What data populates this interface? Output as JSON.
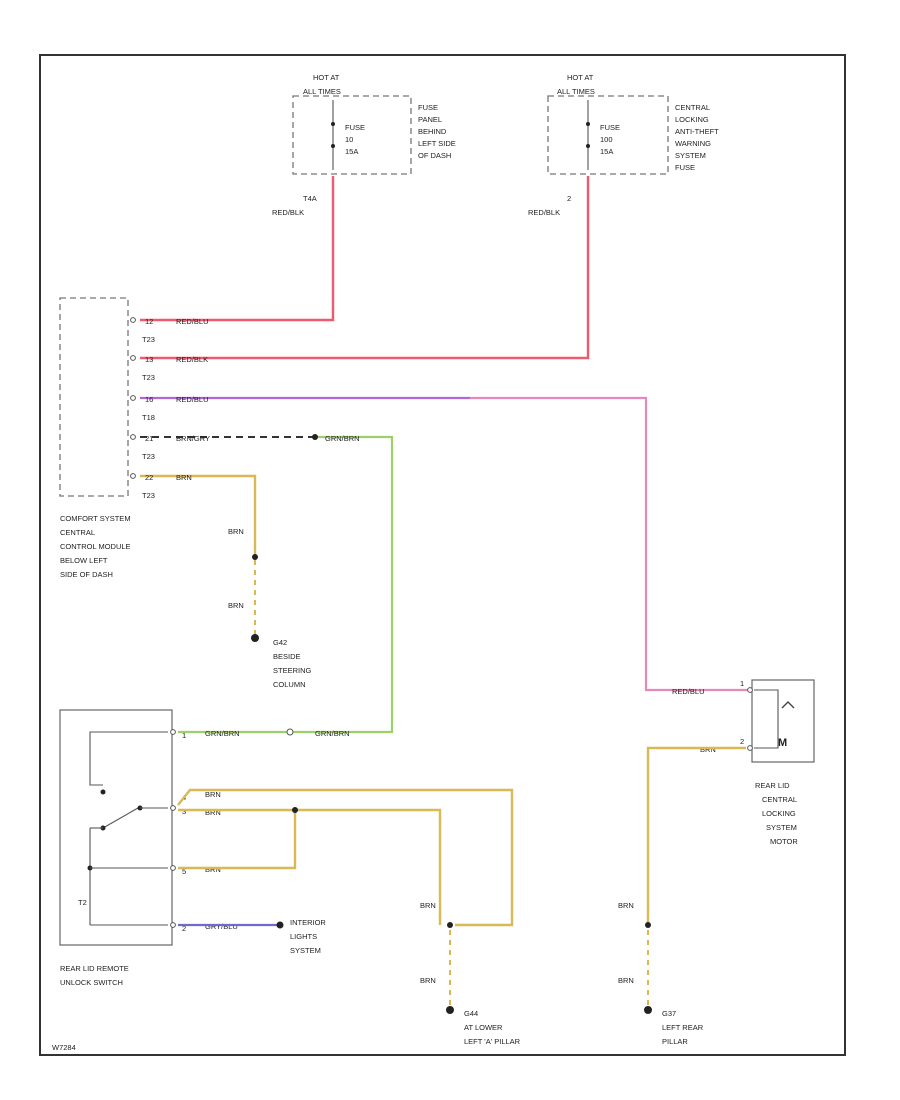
{
  "fuses": [
    {
      "hot": [
        "HOT AT",
        "ALL TIMES"
      ],
      "fuse": [
        "FUSE",
        "10",
        "15A"
      ],
      "location": [
        "FUSE",
        "PANEL",
        "BEHIND",
        "LEFT SIDE",
        "OF DASH"
      ],
      "circuit": "T4A",
      "wire": "RED/BLK"
    },
    {
      "hot": [
        "HOT AT",
        "ALL TIMES"
      ],
      "fuse": [
        "FUSE",
        "100",
        "15A"
      ],
      "location": [
        "CENTRAL",
        "LOCKING",
        "ANTI-THEFT",
        "WARNING",
        "SYSTEM",
        "FUSE"
      ],
      "circuit": "2",
      "wire": "RED/BLK"
    }
  ],
  "module": {
    "label": [
      "COMFORT SYSTEM",
      "CENTRAL",
      "CONTROL MODULE",
      "BELOW LEFT",
      "SIDE OF DASH"
    ],
    "pins": [
      {
        "pin": "12",
        "conn": "T23",
        "wire": "RED/BLU"
      },
      {
        "pin": "13",
        "conn": "T23",
        "wire": "RED/BLK"
      },
      {
        "pin": "16",
        "conn": "T18",
        "wire": "RED/BLU"
      },
      {
        "pin": "21",
        "conn": "T23",
        "wire": "BRN/GRY"
      },
      {
        "pin": "22",
        "conn": "T23",
        "wire": "BRN"
      }
    ]
  },
  "ground_module": {
    "wire_upper": "BRN",
    "wire_lower": "BRN",
    "label": [
      "G42",
      "BESIDE",
      "STEERING",
      "COLUMN"
    ]
  },
  "green_wire": {
    "top": "GRN/BRN",
    "bottom_left": "GRN/BRN",
    "bottom_right": "GRN/BRN"
  },
  "switch": {
    "label": [
      "REAR LID REMOTE",
      "UNLOCK SWITCH"
    ],
    "pins": [
      {
        "pin": "1",
        "wire": "GRN/BRN"
      },
      {
        "pin": "3",
        "wire": "BRN"
      },
      {
        "pin": "4",
        "wire": "BRN"
      },
      {
        "pin": "5",
        "wire": "BRN"
      },
      {
        "pin": "2",
        "wire": "GRY/BLU"
      }
    ],
    "inner_tag": "T2"
  },
  "interior": [
    "INTERIOR",
    "LIGHTS",
    "SYSTEM"
  ],
  "motor": {
    "wire_in": "RED/BLU",
    "wire_out": "BRN",
    "pin_in": "1",
    "pin_out": "2",
    "label": [
      "REAR LID",
      "CENTRAL",
      "LOCKING",
      "SYSTEM",
      "MOTOR"
    ]
  },
  "ground_a_pillar": {
    "wire_upper": "BRN",
    "wire_lower": "BRN",
    "label": [
      "G44",
      "AT LOWER",
      "LEFT 'A' PILLAR"
    ]
  },
  "ground_rear_pillar": {
    "wire_upper": "BRN",
    "wire_lower": "BRN",
    "label": [
      "G37",
      "LEFT REAR",
      "PILLAR"
    ]
  },
  "footer": "W7284"
}
